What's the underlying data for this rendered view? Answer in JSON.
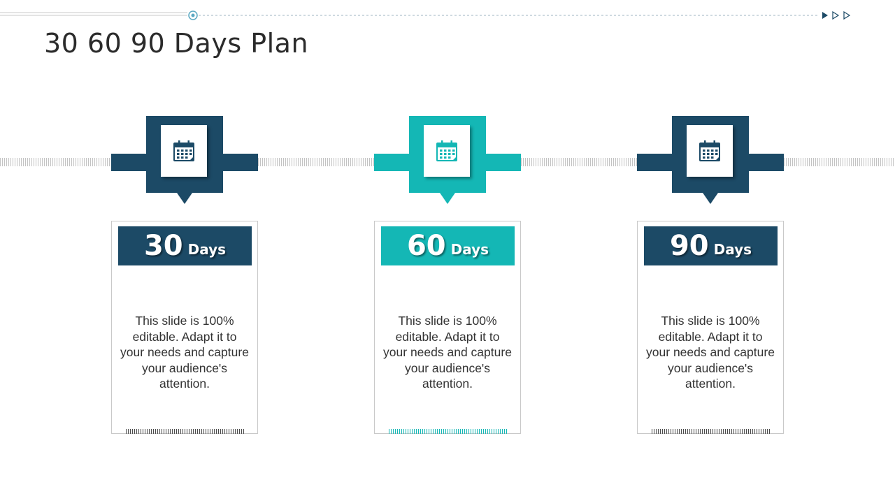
{
  "title": "30 60 90 Days Plan",
  "colors": {
    "navy": "#1c4a66",
    "teal": "#14b7b5",
    "text": "#333333"
  },
  "cards": [
    {
      "number": "30",
      "unit": "Days",
      "description": "This slide is 100% editable. Adapt it to your needs and capture your audience's attention.",
      "color": "#1c4a66",
      "icon": "calendar-icon"
    },
    {
      "number": "60",
      "unit": "Days",
      "description": "This slide is 100% editable. Adapt it to your needs and capture your audience's attention.",
      "color": "#14b7b5",
      "icon": "calendar-icon"
    },
    {
      "number": "90",
      "unit": "Days",
      "description": "This slide is 100% editable. Adapt it to your needs and capture your audience's attention.",
      "color": "#1c4a66",
      "icon": "calendar-icon"
    }
  ]
}
